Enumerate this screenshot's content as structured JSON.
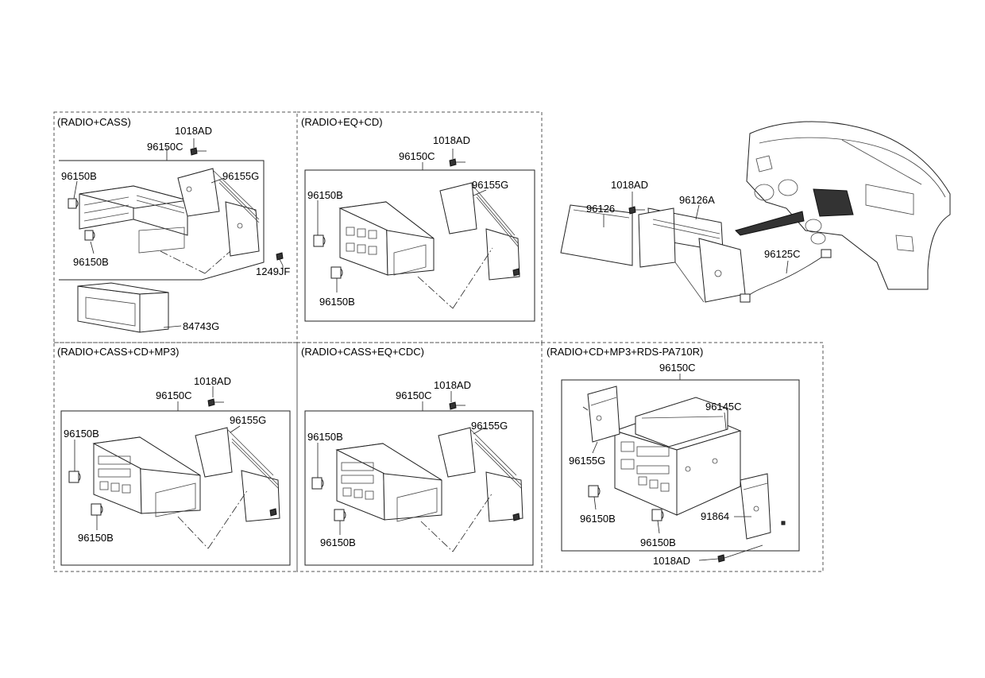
{
  "sections": [
    {
      "title": "(RADIO+CASS)",
      "labels": [
        "1018AD",
        "96150C",
        "96150B",
        "96155G",
        "96150B",
        "1249JF",
        "84743G"
      ]
    },
    {
      "title": "(RADIO+EQ+CD)",
      "labels": [
        "1018AD",
        "96150C",
        "96150B",
        "96155G",
        "96150B"
      ]
    },
    {
      "title": "(RADIO+CASS+CD+MP3)",
      "labels": [
        "1018AD",
        "96150C",
        "96150B",
        "96155G",
        "96150B"
      ]
    },
    {
      "title": "(RADIO+CASS+EQ+CDC)",
      "labels": [
        "96150C",
        "1018AD",
        "96150B",
        "96155G",
        "96150B"
      ]
    },
    {
      "title": "(RADIO+CD+MP3+RDS-PA710R)",
      "labels": [
        "96150C",
        "96145C",
        "96155G",
        "96150B",
        "96150B",
        "91864",
        "1018AD"
      ]
    }
  ],
  "dashboard": {
    "labels": [
      "1018AD",
      "96126",
      "96126A",
      "96125C"
    ]
  }
}
